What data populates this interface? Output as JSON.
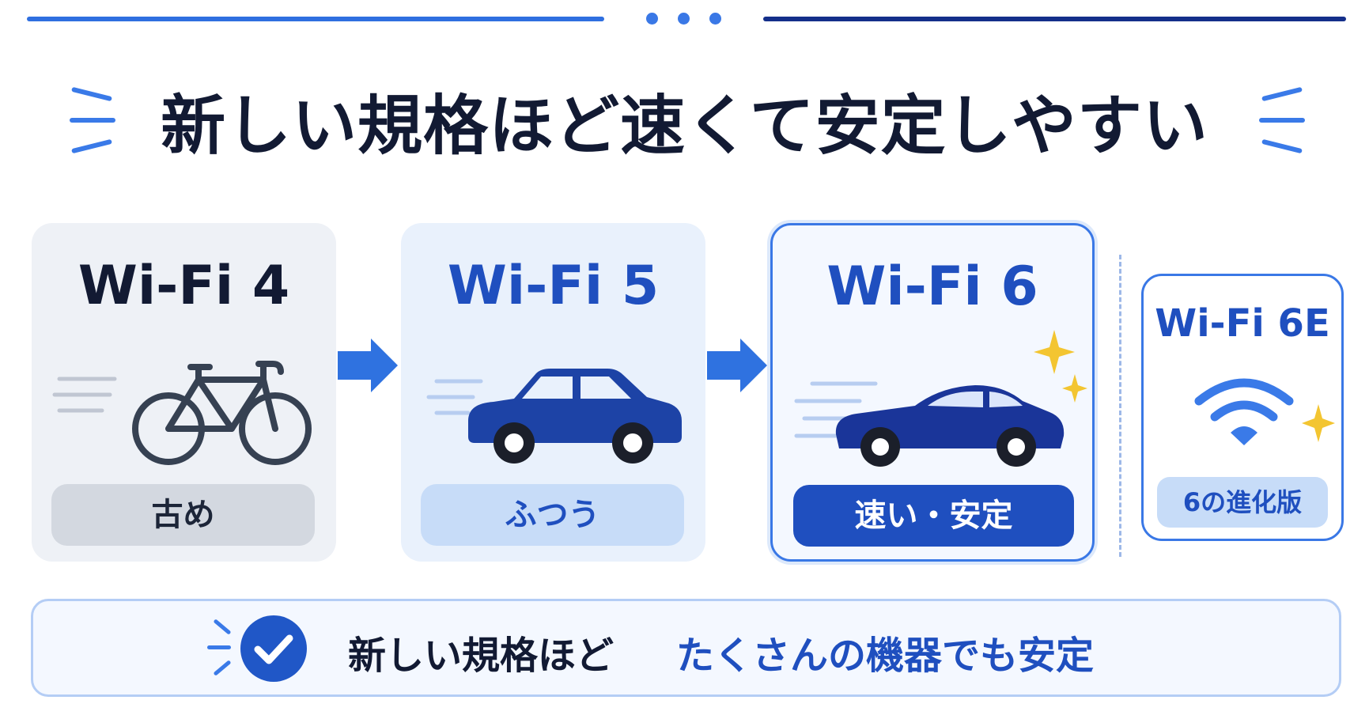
{
  "title": "新しい規格ほど速くて安定しやすい",
  "cards": [
    {
      "name": "Wi-Fi 4",
      "badge": "古め",
      "icon": "bicycle-icon"
    },
    {
      "name": "Wi-Fi 5",
      "badge": "ふつう",
      "icon": "car-icon"
    },
    {
      "name": "Wi-Fi 6",
      "badge": "速い・安定",
      "icon": "sports-car-icon"
    },
    {
      "name": "Wi-Fi 6E",
      "badge": "6の進化版",
      "icon": "wifi-icon"
    }
  ],
  "footer": {
    "lead": "新しい規格ほど",
    "emphasis": "たくさんの機器でも安定",
    "icon": "check-circle-icon"
  },
  "colors": {
    "dark_navy": "#121a33",
    "primary_blue": "#1f4fbf",
    "light_blue": "#cfe0fa",
    "gray_pill": "#d3d8e0",
    "accent_gold": "#f3c531"
  }
}
